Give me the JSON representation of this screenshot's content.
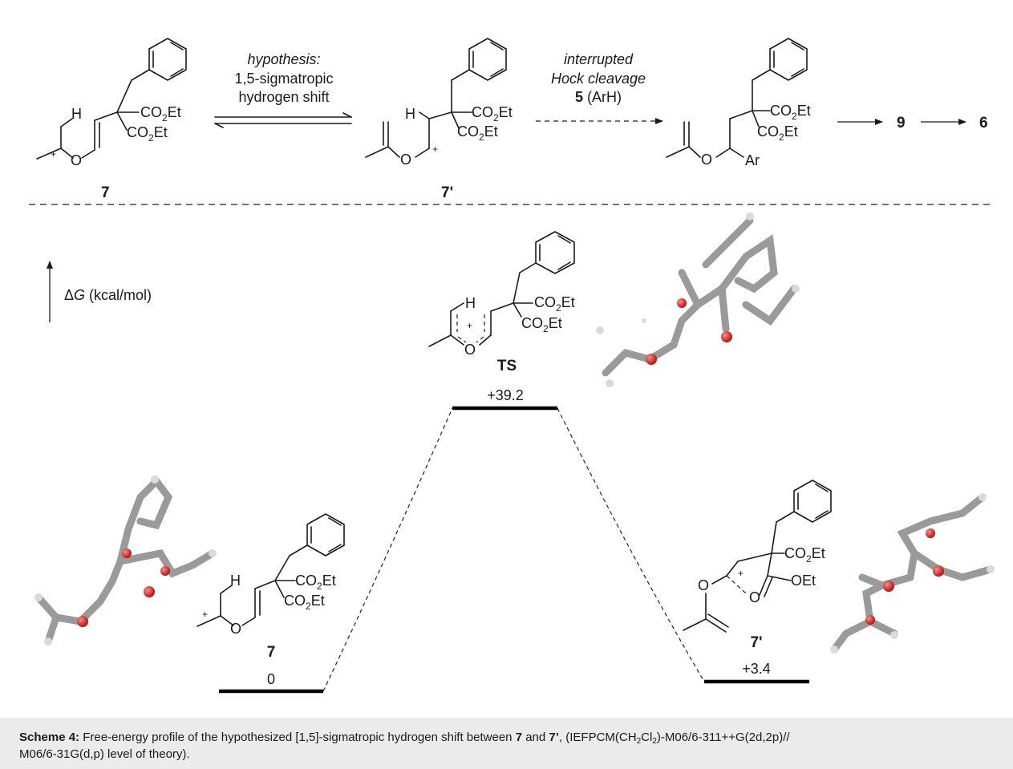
{
  "scheme": {
    "arrow1_line1": "hypothesis:",
    "arrow1_line2": "1,5-sigmatropic",
    "arrow1_line3": "hydrogen shift",
    "arrow2_line1": "interrupted",
    "arrow2_line2": "Hock cleavage",
    "arrow2_reagent_num": "5",
    "arrow2_reagent_text": " (ArH)",
    "compound_7": "7",
    "compound_7prime": "7'",
    "compound_9": "9",
    "compound_6": "6",
    "ts_label": "TS",
    "ester": "CO",
    "ester_sub": "2",
    "ester_tail": "Et",
    "oet": "OEt",
    "ar": "Ar",
    "h": "H",
    "o": "O",
    "plus": "+"
  },
  "energy": {
    "axis_symbol": "Δ",
    "axis_var": "G",
    "axis_unit": " (kcal/mol)",
    "level_7": "0",
    "level_ts": "+39.2",
    "level_7prime": "+3.4"
  },
  "caption": {
    "label": "Scheme 4:",
    "text1": " Free-energy profile of the hypothesized [1,5]-sigmatropic hydrogen shift between ",
    "c7": "7",
    "text2": " and ",
    "c7p": "7’",
    "text3": ", (IEFPCM(CH",
    "sub1": "2",
    "text4": "Cl",
    "sub2": "2",
    "text5": ")-M06/6-311++G(2d,2p)//",
    "text6": "M06/6-31G(d,p) level of theory)."
  },
  "colors": {
    "oxygen": "#cc1f1f",
    "carbon": "#a8a8a8",
    "hydrogen": "#e2e2e2"
  }
}
